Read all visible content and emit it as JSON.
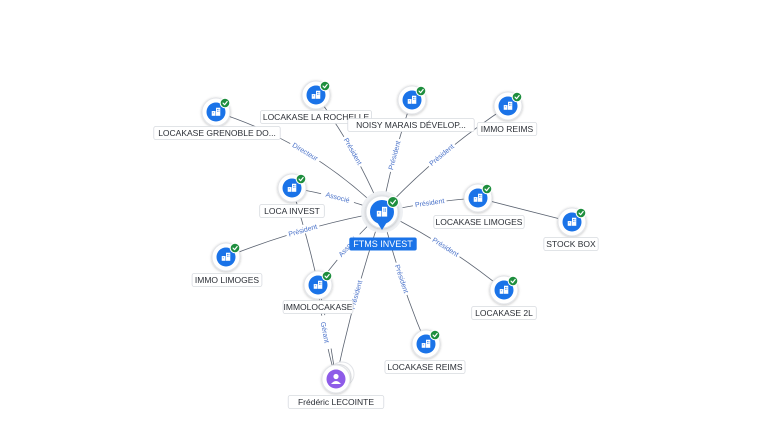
{
  "center": {
    "label": "FTMS INVEST",
    "icon": "building-icon",
    "verified": true
  },
  "companies": [
    {
      "id": "grenoble",
      "label": "LOCAKASE GRENOBLE DO...",
      "verified": true,
      "icon": "building-icon"
    },
    {
      "id": "rochelle",
      "label": "LOCAKASE LA ROCHELLE",
      "verified": true,
      "icon": "building-icon"
    },
    {
      "id": "noisy",
      "label": "NOISY MARAIS DÉVELOP...",
      "verified": true,
      "icon": "building-icon"
    },
    {
      "id": "immoreims",
      "label": "IMMO REIMS",
      "verified": true,
      "icon": "building-icon"
    },
    {
      "id": "locainvest",
      "label": "LOCA INVEST",
      "verified": true,
      "icon": "building-icon"
    },
    {
      "id": "limoges",
      "label": "LOCAKASE LIMOGES",
      "verified": true,
      "icon": "building-icon"
    },
    {
      "id": "stockbox",
      "label": "STOCK BOX",
      "verified": true,
      "icon": "building-icon"
    },
    {
      "id": "immolimoges",
      "label": "IMMO LIMOGES",
      "verified": true,
      "icon": "building-icon"
    },
    {
      "id": "immolocakase",
      "label": "IMMOLOCAKASE",
      "verified": true,
      "icon": "building-icon"
    },
    {
      "id": "l2l",
      "label": "LOCAKASE 2L",
      "verified": true,
      "icon": "building-icon"
    },
    {
      "id": "lreims",
      "label": "LOCAKASE REIMS",
      "verified": true,
      "icon": "building-icon"
    }
  ],
  "person": {
    "label": "Frédéric LECOINTE",
    "icon": "person-icon"
  },
  "edges": [
    {
      "from": "center",
      "to": "grenoble",
      "label": "Directeur"
    },
    {
      "from": "center",
      "to": "rochelle",
      "label": "Président"
    },
    {
      "from": "center",
      "to": "noisy",
      "label": "Président"
    },
    {
      "from": "center",
      "to": "immoreims",
      "label": "Président"
    },
    {
      "from": "center",
      "to": "locainvest",
      "label": "Associé"
    },
    {
      "from": "center",
      "to": "limoges",
      "label": "Président"
    },
    {
      "from": "limoges",
      "to": "stockbox",
      "label": ""
    },
    {
      "from": "center",
      "to": "immolimoges",
      "label": "Président"
    },
    {
      "from": "center",
      "to": "immolocakase",
      "label": "Associé"
    },
    {
      "from": "center",
      "to": "l2l",
      "label": "Président"
    },
    {
      "from": "center",
      "to": "lreims",
      "label": "Président"
    },
    {
      "from": "center",
      "to": "person",
      "label": "Président"
    },
    {
      "from": "immolocakase",
      "to": "person",
      "label": "Gérant"
    },
    {
      "from": "locainvest",
      "to": "person",
      "label": ""
    }
  ],
  "colors": {
    "node_fill": "#1a73e8",
    "verified": "#1e8e3e",
    "person": "#8e5be8",
    "edge": "#5a6270",
    "edge_label": "#4a72c9"
  }
}
